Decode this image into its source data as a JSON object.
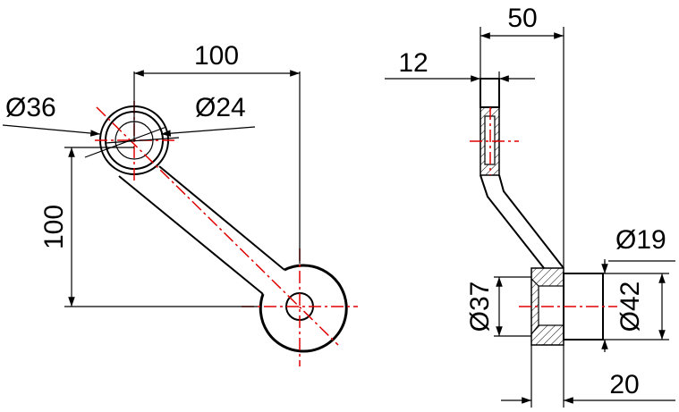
{
  "drawing": {
    "line_color": "#000000",
    "centerline_color": "#e00000",
    "front_view": {
      "dim_top": "100",
      "dim_left": "100",
      "dim_outer_ring": "Ø36",
      "dim_inner_ring": "Ø24"
    },
    "side_view": {
      "dim_total_width": "50",
      "dim_thickness": "12",
      "dim_bore": "Ø19",
      "dim_boss_inner": "Ø37",
      "dim_boss_outer": "Ø42",
      "dim_boss_length": "20"
    }
  }
}
